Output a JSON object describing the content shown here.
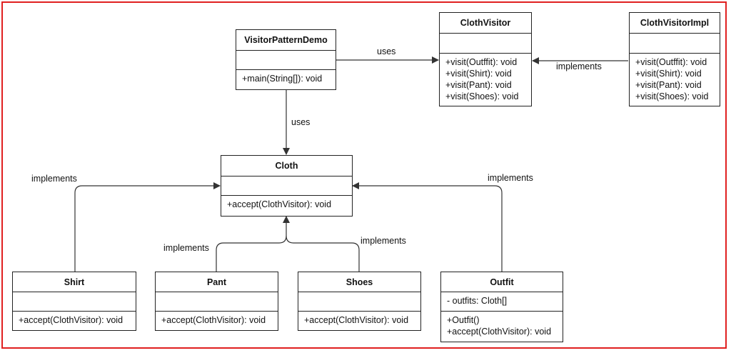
{
  "classes": {
    "demo": {
      "name": "VisitorPatternDemo",
      "attrs": [],
      "ops": [
        "+main(String[]): void"
      ]
    },
    "visitor": {
      "name": "ClothVisitor",
      "attrs": [],
      "ops": [
        "+visit(Outffit): void",
        "+visit(Shirt): void",
        "+visit(Pant): void",
        "+visit(Shoes): void"
      ]
    },
    "visitorImpl": {
      "name": "ClothVisitorImpl",
      "attrs": [],
      "ops": [
        "+visit(Outffit): void",
        "+visit(Shirt): void",
        "+visit(Pant): void",
        "+visit(Shoes): void"
      ]
    },
    "cloth": {
      "name": "Cloth",
      "attrs": [],
      "ops": [
        "+accept(ClothVisitor): void"
      ]
    },
    "shirt": {
      "name": "Shirt",
      "attrs": [],
      "ops": [
        "+accept(ClothVisitor): void"
      ]
    },
    "pant": {
      "name": "Pant",
      "attrs": [],
      "ops": [
        "+accept(ClothVisitor): void"
      ]
    },
    "shoes": {
      "name": "Shoes",
      "attrs": [],
      "ops": [
        "+accept(ClothVisitor): void"
      ]
    },
    "outfit": {
      "name": "Outfit",
      "attrs": [
        "- outfits: Cloth[]"
      ],
      "ops": [
        "+Outfit()",
        "+accept(ClothVisitor): void"
      ]
    }
  },
  "labels": {
    "demo_uses_visitor": "uses",
    "impl_implements_visitor": "implements",
    "demo_uses_cloth": "uses",
    "shirt_implements": "implements",
    "pant_implements": "implements",
    "shoes_implements": "implements",
    "outfit_implements": "implements"
  },
  "colors": {
    "frame": "#e02020",
    "line": "#333333"
  }
}
